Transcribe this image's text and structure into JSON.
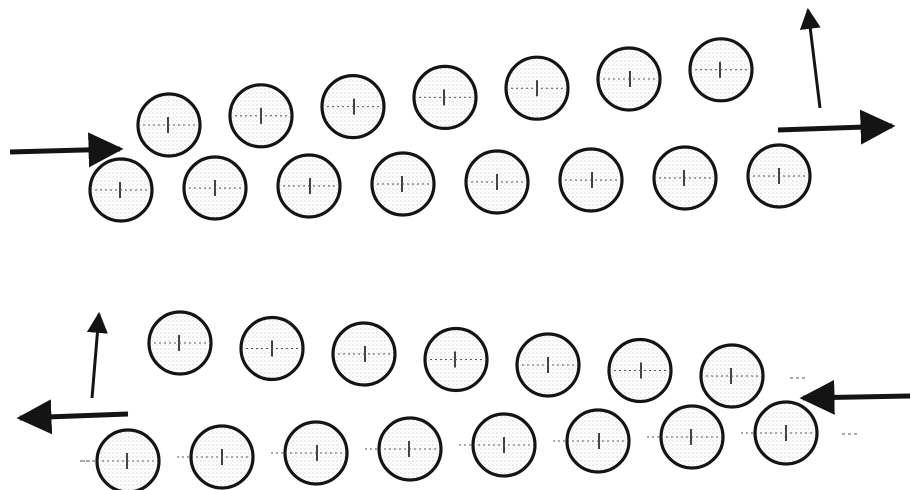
{
  "diagram": {
    "colors": {
      "background": "#ffffff",
      "ink": "#141414",
      "stipple": "#8a8a8a"
    },
    "groups": [
      {
        "id": "top",
        "rows": [
          {
            "id": "top-upper",
            "count": 7
          },
          {
            "id": "top-lower",
            "count": 8
          }
        ],
        "arrows": [
          "inlet",
          "outlet",
          "deflection"
        ]
      },
      {
        "id": "bottom",
        "rows": [
          {
            "id": "bottom-upper",
            "count": 7
          },
          {
            "id": "bottom-lower",
            "count": 8
          }
        ],
        "arrows": [
          "inlet",
          "outlet",
          "deflection"
        ]
      }
    ]
  }
}
